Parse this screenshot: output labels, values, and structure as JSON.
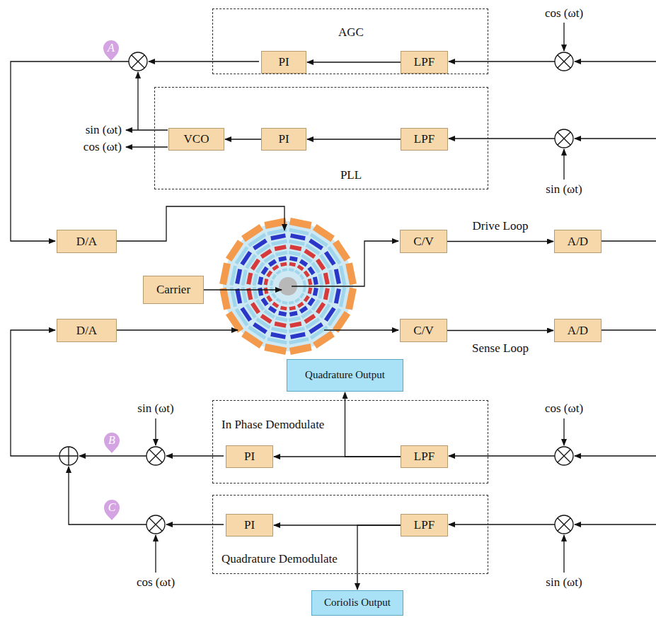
{
  "diagram": {
    "nodes": [
      {
        "text": [
          "AGC"
        ]
      },
      {
        "text": [
          "PI"
        ],
        "in": 0
      },
      {
        "text": [
          "LPF"
        ],
        "in": 0
      },
      {
        "text": [
          "PLL"
        ]
      },
      {
        "text": [
          "VCO"
        ],
        "in": 3
      },
      {
        "text": [
          "PI"
        ],
        "in": 3
      },
      {
        "text": [
          "LPF"
        ],
        "in": 3
      },
      {
        "text": [
          "D/A"
        ]
      },
      {
        "text": [
          "Carrier"
        ]
      },
      {
        "text": [
          "C/V"
        ]
      },
      {
        "text": [
          "A/D"
        ]
      },
      {
        "text": [
          "D/A"
        ]
      },
      {
        "text": [
          "C/V"
        ]
      },
      {
        "text": [
          "A/D"
        ]
      },
      {
        "text": [
          "Quadrature Output"
        ]
      },
      {
        "text": [
          "In Phase Demodulate"
        ]
      },
      {
        "text": [
          "PI"
        ],
        "in": 15
      },
      {
        "text": [
          "LPF"
        ],
        "in": 15
      },
      {
        "text": [
          "Quadrature Demodulate"
        ]
      },
      {
        "text": [
          "PI"
        ],
        "in": 18
      },
      {
        "text": [
          "LPF"
        ],
        "in": 18
      },
      {
        "text": [
          "Coriolis Output"
        ]
      }
    ],
    "edges": [
      {
        "from": 2,
        "to": 1,
        "arrow": "to"
      },
      {
        "from": 6,
        "to": 5,
        "arrow": "to"
      },
      {
        "from": 5,
        "to": 4,
        "arrow": "to"
      },
      {
        "from": 9,
        "to": 10,
        "arrow": "to",
        "label": "Drive Loop"
      },
      {
        "from": 12,
        "to": 13,
        "arrow": "to",
        "label": "Sense Loop"
      },
      {
        "from": 17,
        "to": 16,
        "arrow": "to"
      },
      {
        "from": 17,
        "to": 14,
        "arrow": "to"
      },
      {
        "from": 20,
        "to": 19,
        "arrow": "to"
      },
      {
        "from": 20,
        "to": 21,
        "arrow": "to"
      }
    ],
    "labels": [
      "cos (ωt)",
      "A",
      "sin (ωt)",
      "cos (ωt)",
      "sin (ωt)",
      "cos (ωt)",
      "sin (ωt)",
      "B",
      "C",
      "sin (ωt)",
      "cos (ωt)"
    ]
  }
}
